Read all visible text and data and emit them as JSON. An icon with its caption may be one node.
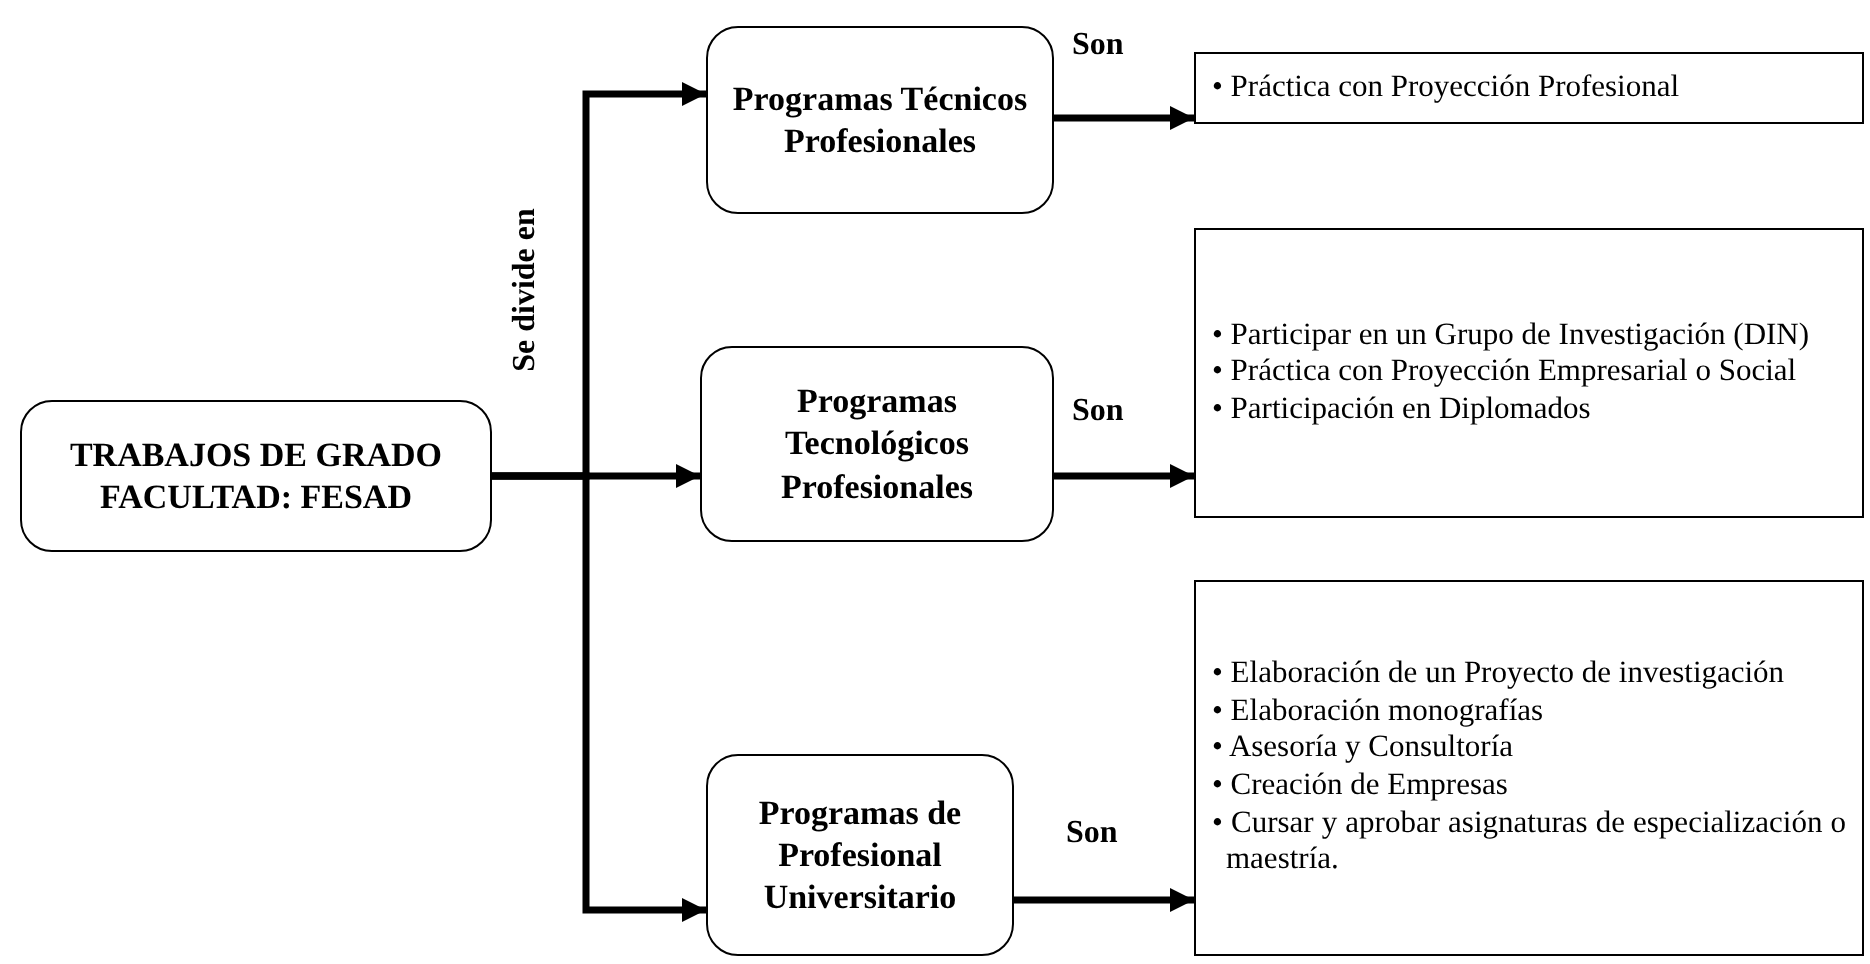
{
  "diagram": {
    "nodes": [
      {
        "text": [
          "TRABAJOS DE GRADO FACULTAD: FESAD"
        ]
      },
      {
        "text": [
          "Programas Técnicos Profesionales"
        ]
      },
      {
        "text": [
          "Programas Tecnológicos Profesionales"
        ]
      },
      {
        "text": [
          "Programas de Profesional Universitario"
        ]
      },
      {
        "text": [
          "• Práctica con Proyección Profesional"
        ]
      },
      {
        "text": [
          "• Participar en un Grupo de Investigación (DIN)",
          "• Práctica con Proyección Empresarial o Social",
          "• Participación en Diplomados"
        ]
      },
      {
        "text": [
          "• Elaboración de un Proyecto de investigación",
          "• Elaboración monografías",
          "• Asesoría y Consultoría",
          "• Creación de Empresas",
          "• Cursar y aprobar asignaturas de especialización o maestría."
        ]
      }
    ],
    "edges": [
      {
        "from": 0,
        "to": 1,
        "arrow": "to"
      },
      {
        "from": 0,
        "to": 2,
        "arrow": "to"
      },
      {
        "from": 0,
        "to": 3,
        "arrow": "to"
      },
      {
        "from": 1,
        "to": 4,
        "arrow": "to",
        "label": "Son"
      },
      {
        "from": 2,
        "to": 5,
        "arrow": "to",
        "label": "Son"
      },
      {
        "from": 3,
        "to": 6,
        "arrow": "to",
        "label": "Son"
      }
    ],
    "labels": [
      "Se divide en"
    ]
  }
}
